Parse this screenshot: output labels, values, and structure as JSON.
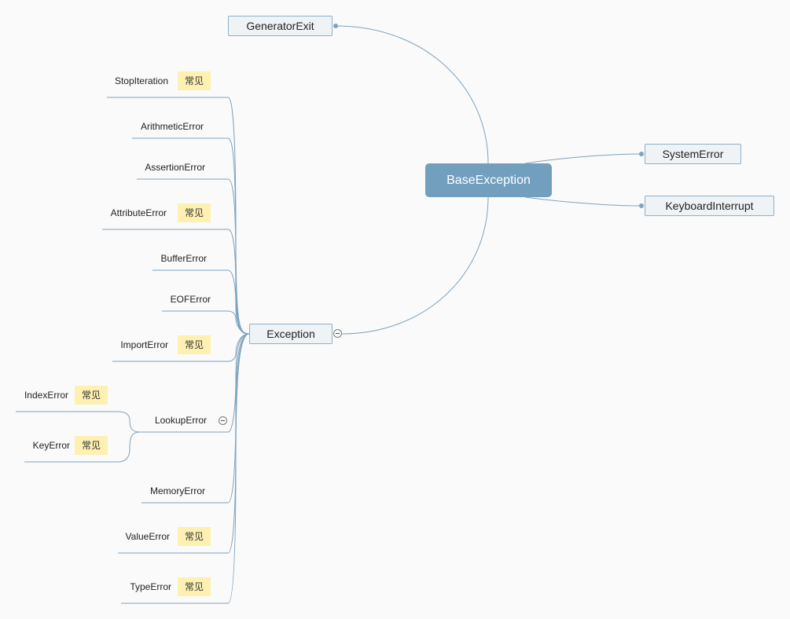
{
  "root": {
    "label": "BaseException"
  },
  "branches": {
    "generator_exit": "GeneratorExit",
    "system_error": "SystemError",
    "keyboard_interrupt": "KeyboardInterrupt",
    "exception": "Exception"
  },
  "exception_children": [
    {
      "label": "StopIteration",
      "tag": "常见"
    },
    {
      "label": "ArithmeticError",
      "tag": ""
    },
    {
      "label": "AssertionError",
      "tag": ""
    },
    {
      "label": "AttributeError",
      "tag": "常见"
    },
    {
      "label": "BufferError",
      "tag": ""
    },
    {
      "label": "EOFError",
      "tag": ""
    },
    {
      "label": "ImportError",
      "tag": "常见"
    },
    {
      "label": "LookupError",
      "tag": ""
    },
    {
      "label": "MemoryError",
      "tag": ""
    },
    {
      "label": "ValueError",
      "tag": "常见"
    },
    {
      "label": "TypeError",
      "tag": "常见"
    }
  ],
  "lookup_children": [
    {
      "label": "IndexError",
      "tag": "常见"
    },
    {
      "label": "KeyError",
      "tag": "常见"
    }
  ],
  "colors": {
    "root": "#729fbe",
    "line": "#7ea3bd",
    "tag": "#fdf0b0",
    "topic_bg": "#eef3f6"
  },
  "icons": {
    "collapse": "minus-circle-icon",
    "connector": "dot-icon"
  }
}
